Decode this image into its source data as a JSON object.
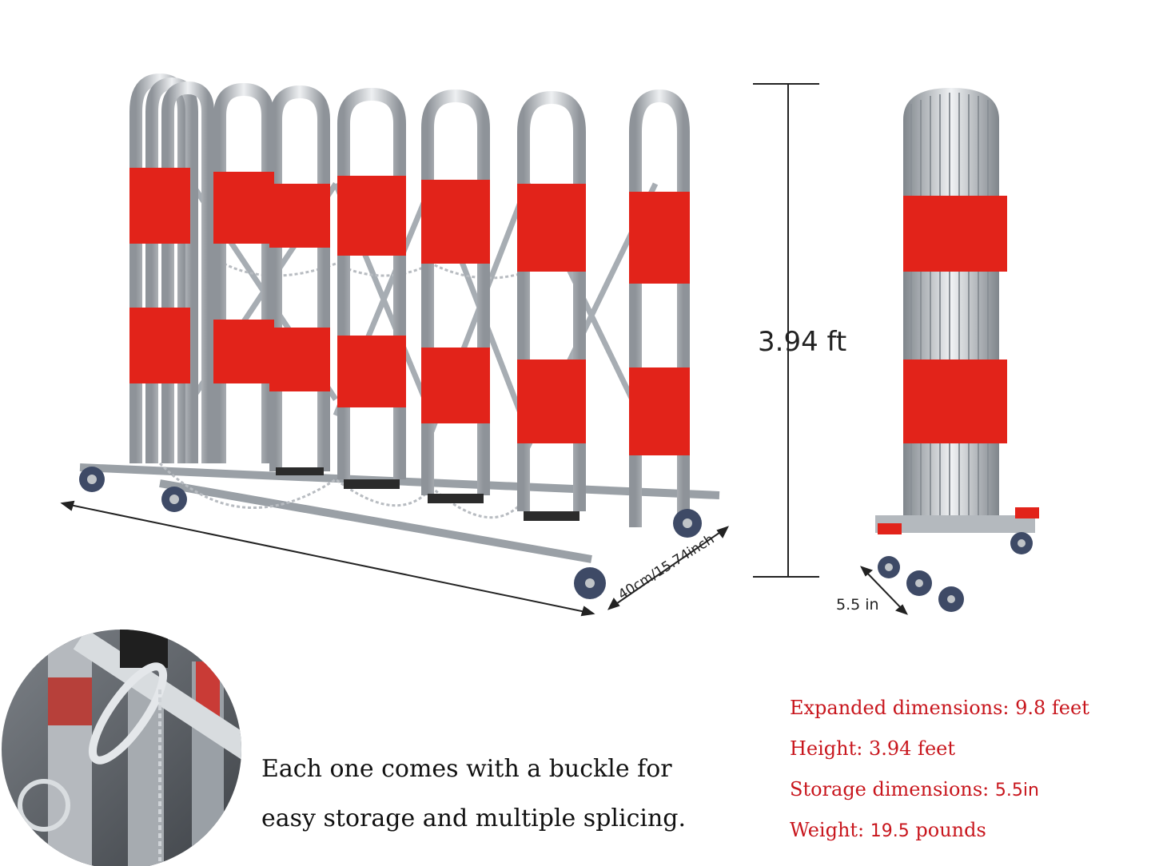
{
  "colors": {
    "red": "#e2231a",
    "steel": "#c9ccd1",
    "spec_text": "#c8161d"
  },
  "dimensions": {
    "height_label": "3.94 ft",
    "depth_label": "40cm/15.74inch",
    "storage_label": "5.5 in"
  },
  "caption": {
    "line1": "Each one comes with a buckle for",
    "line2": "easy storage and multiple splicing."
  },
  "specs": {
    "expanded": "Expanded dimensions: 9.8 feet",
    "height": "Height: 3.94 feet",
    "storage_prefix": "Storage dimensions: ",
    "storage_value": "5.5in",
    "weight_prefix": "Weight: ",
    "weight_value": "19.5",
    "weight_suffix": " pounds"
  }
}
